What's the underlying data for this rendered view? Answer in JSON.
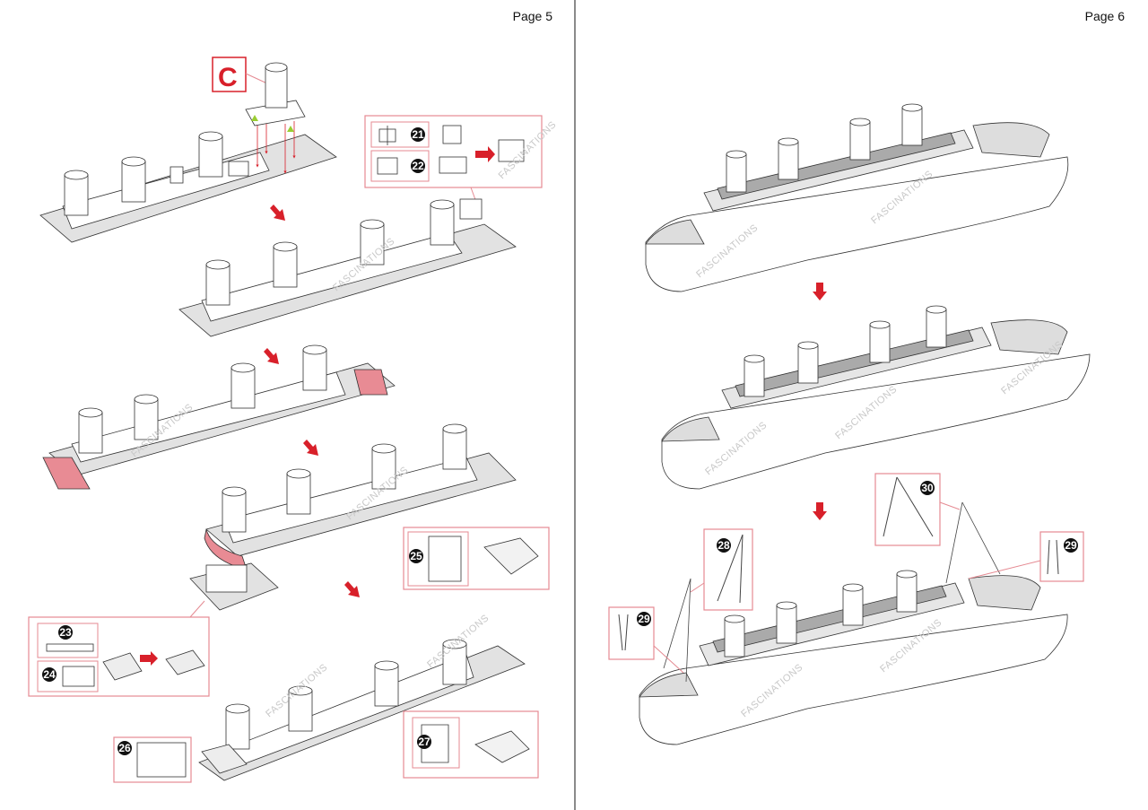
{
  "document": {
    "type": "3D metal model assembly instructions",
    "accent_color": "#d8202a",
    "guide_color": "#e58a92",
    "marker_color": "#9acd32",
    "watermark": "FASCINATIONS"
  },
  "pages": [
    {
      "label": "Page 5",
      "section_letter": "C",
      "steps": [
        {
          "id": "step-1",
          "description": "Attach funnel section C to deck"
        },
        {
          "id": "step-2",
          "description": "Deck with four funnels"
        },
        {
          "id": "step-3",
          "description": "Fold highlighted tabs"
        },
        {
          "id": "step-4",
          "description": "Fold stern wall; attach parts 23/24 and 25"
        },
        {
          "id": "step-5",
          "description": "Attach parts 26 and 27"
        }
      ],
      "parts": [
        {
          "number": "21"
        },
        {
          "number": "22"
        },
        {
          "number": "23"
        },
        {
          "number": "24"
        },
        {
          "number": "25"
        },
        {
          "number": "26"
        },
        {
          "number": "27"
        }
      ]
    },
    {
      "label": "Page 6",
      "steps": [
        {
          "id": "step-6",
          "description": "Insert superstructure into hull"
        },
        {
          "id": "step-7",
          "description": "Assembled hull"
        },
        {
          "id": "step-8",
          "description": "Attach masts 28, 29, 30"
        }
      ],
      "parts": [
        {
          "number": "28"
        },
        {
          "number": "29"
        },
        {
          "number": "30"
        },
        {
          "number": "29"
        }
      ]
    }
  ]
}
